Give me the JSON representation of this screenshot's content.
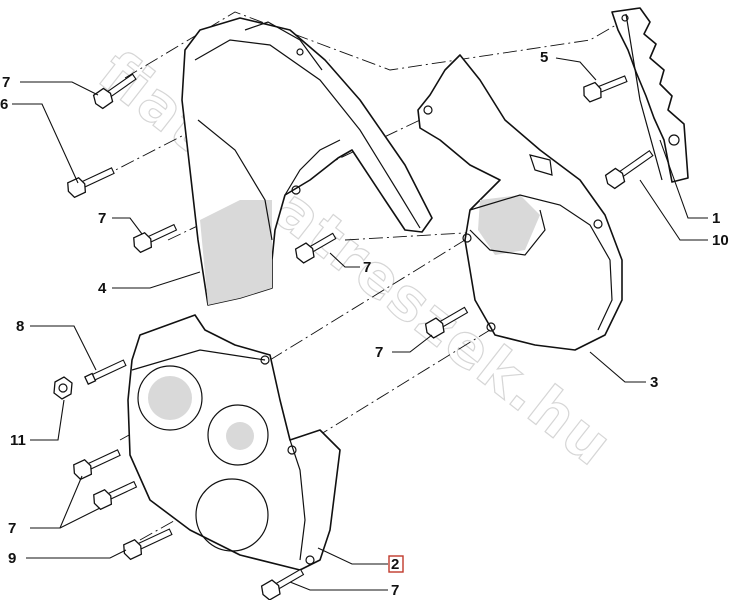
{
  "watermark": "fiatalkatreszek.hu",
  "callouts": [
    {
      "id": "c7a",
      "label": "7"
    },
    {
      "id": "c6",
      "label": "6"
    },
    {
      "id": "c7b",
      "label": "7"
    },
    {
      "id": "c4",
      "label": "4"
    },
    {
      "id": "c7c",
      "label": "7"
    },
    {
      "id": "c5",
      "label": "5"
    },
    {
      "id": "c1",
      "label": "1"
    },
    {
      "id": "c10",
      "label": "10"
    },
    {
      "id": "c3",
      "label": "3"
    },
    {
      "id": "c7d",
      "label": "7"
    },
    {
      "id": "c8",
      "label": "8"
    },
    {
      "id": "c11",
      "label": "11"
    },
    {
      "id": "c7e",
      "label": "7"
    },
    {
      "id": "c9",
      "label": "9"
    },
    {
      "id": "c2",
      "label": "2"
    },
    {
      "id": "c7f",
      "label": "7"
    }
  ],
  "highlighted_callout": "2"
}
